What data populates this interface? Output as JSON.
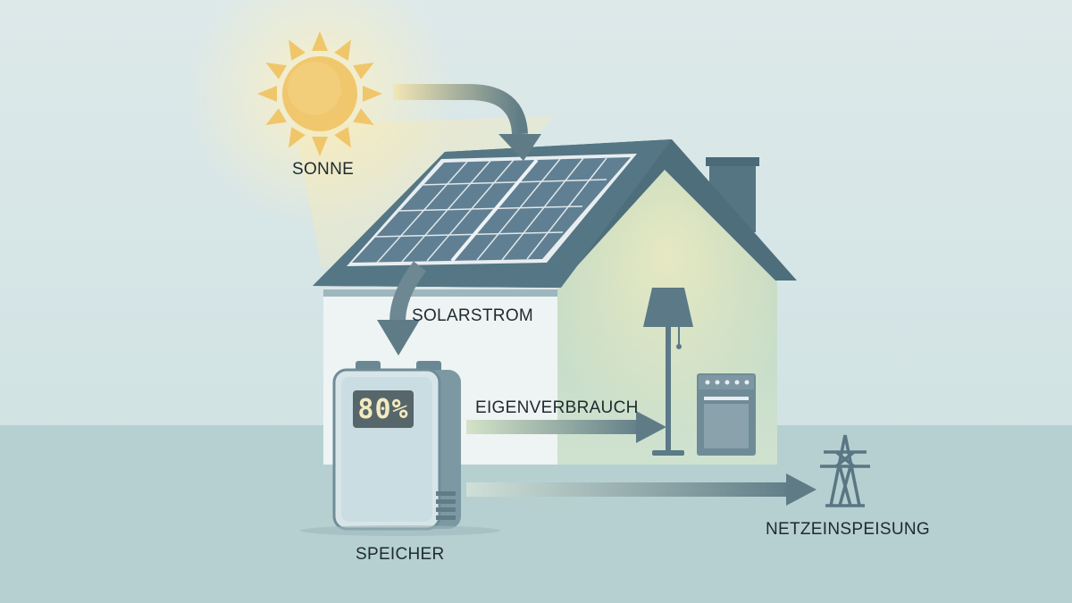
{
  "labels": {
    "sun": "SONNE",
    "solar_power": "SOLARSTROM",
    "self_consumption": "EIGENVERBRAUCH",
    "storage": "SPEICHER",
    "grid_feed_in": "NETZEINSPEISUNG"
  },
  "battery": {
    "display": "80%",
    "charge_percent": 80
  },
  "icons": {
    "sun": "sun-icon",
    "solar_panel": "solar-panel-icon",
    "house": "house-icon",
    "battery": "battery-icon",
    "lamp": "floor-lamp-icon",
    "appliance": "oven-icon",
    "pylon": "power-pylon-icon"
  },
  "colors": {
    "background": "#d7e6e8",
    "ground": "#b5d0d2",
    "sun": "#f0c66b",
    "roof": "#506f7d",
    "panel": "#5f7f92",
    "arrow": "#5f7c86",
    "house_wall": "#eef4f3",
    "interior": "#c5dcc8"
  }
}
